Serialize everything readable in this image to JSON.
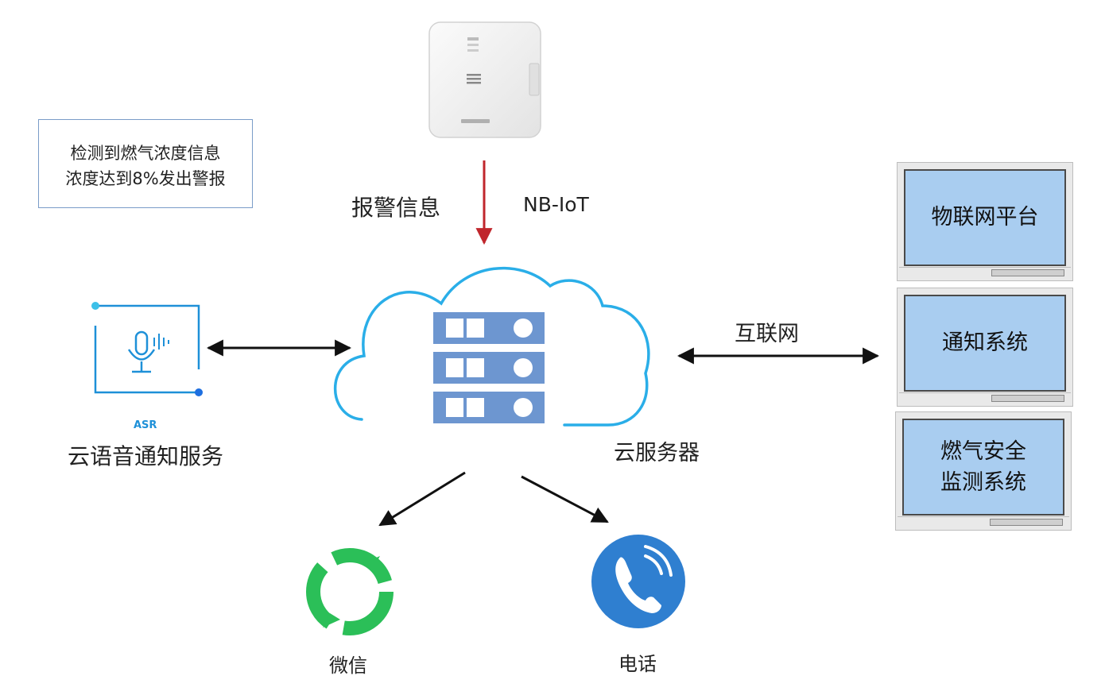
{
  "device_info": {
    "line1": "检测到燃气浓度信息",
    "line2": "浓度达到8%发出警报"
  },
  "alarm_label": "报警信息",
  "protocol_label": "NB-IoT",
  "internet_label": "互联网",
  "cloud_server_label": "云服务器",
  "asr_label": "ASR",
  "voice_service_label": "云语音通知服务",
  "platforms": [
    {
      "label": "物联网平台"
    },
    {
      "label": "通知系统"
    },
    {
      "label1": "燃气安全",
      "label2": "监测系统"
    }
  ],
  "wechat_label": "微信",
  "phone_label": "电话",
  "colors": {
    "alarm_arrow": "#c0262c",
    "cloud_stroke": "#2aaee8",
    "server_blue": "#6d96d0",
    "monitor_screen": "#a9cdf0",
    "wechat_green": "#2bbf58",
    "phone_blue": "#2f7fd0"
  }
}
